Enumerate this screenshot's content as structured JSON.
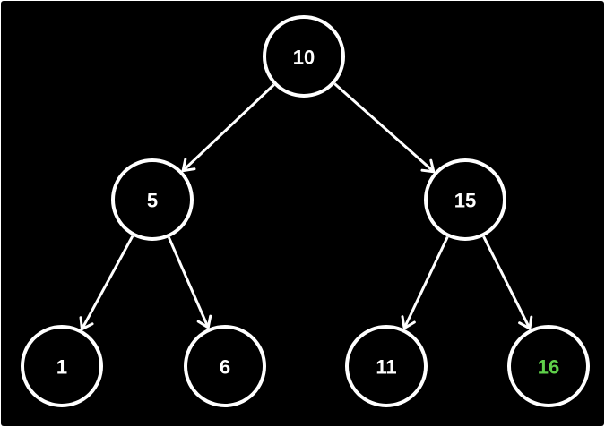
{
  "diagram": {
    "type": "binary-search-tree",
    "colors": {
      "background": "#000000",
      "stroke": "#ffffff",
      "label_default": "#ffffff",
      "label_highlight": "#5fd04a"
    },
    "nodes": [
      {
        "id": "n10",
        "label": "10",
        "highlighted": false
      },
      {
        "id": "n5",
        "label": "5",
        "highlighted": false
      },
      {
        "id": "n15",
        "label": "15",
        "highlighted": false
      },
      {
        "id": "n1",
        "label": "1",
        "highlighted": false
      },
      {
        "id": "n6",
        "label": "6",
        "highlighted": false
      },
      {
        "id": "n11",
        "label": "11",
        "highlighted": false
      },
      {
        "id": "n16",
        "label": "16",
        "highlighted": true
      }
    ],
    "edges": [
      {
        "from": "n10",
        "to": "n5"
      },
      {
        "from": "n10",
        "to": "n15"
      },
      {
        "from": "n5",
        "to": "n1"
      },
      {
        "from": "n5",
        "to": "n6"
      },
      {
        "from": "n15",
        "to": "n11"
      },
      {
        "from": "n15",
        "to": "n16"
      }
    ]
  }
}
